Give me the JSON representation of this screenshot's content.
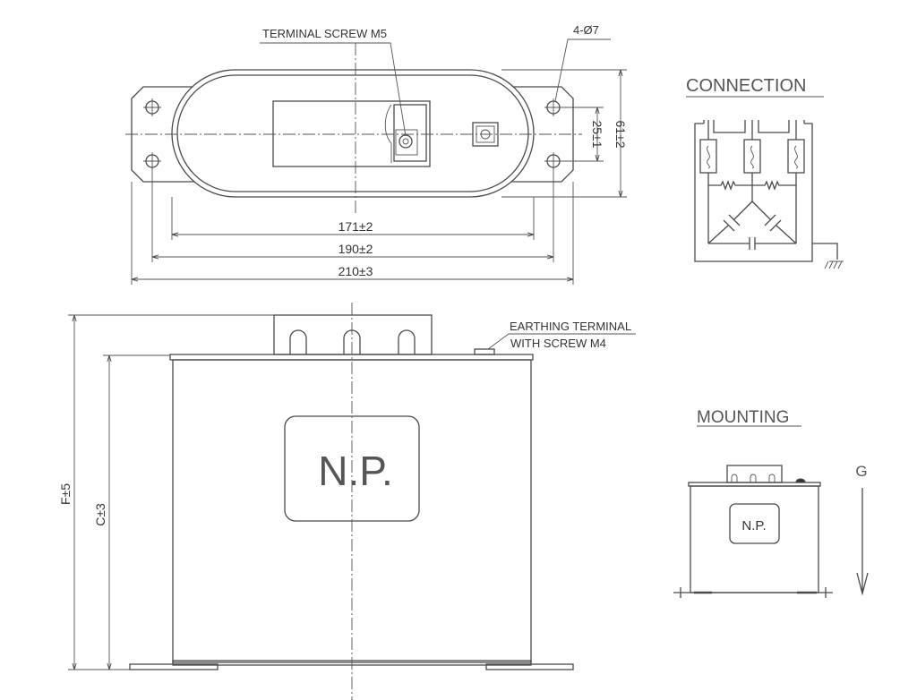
{
  "top_view": {
    "terminal_screw_label": "TERMINAL SCREW M5",
    "holes_label": "4-Ø7",
    "dim_inner_width": "171±2",
    "dim_hole_spacing": "190±2",
    "dim_overall_width": "210±3",
    "dim_hole_pitch": "25±1",
    "dim_depth": "61±2"
  },
  "connection": {
    "title": "CONNECTION"
  },
  "side_view": {
    "earthing_label_line1": "EARTHING TERMINAL",
    "earthing_label_line2": "WITH SCREW M4",
    "nameplate": "N.P.",
    "dim_overall_height": "F±5",
    "dim_can_height": "C±3"
  },
  "mounting": {
    "title": "MOUNTING",
    "nameplate": "N.P.",
    "gravity_label": "G"
  },
  "colors": {
    "line": "#4a4a4a",
    "text": "#333333",
    "background": "#ffffff"
  }
}
